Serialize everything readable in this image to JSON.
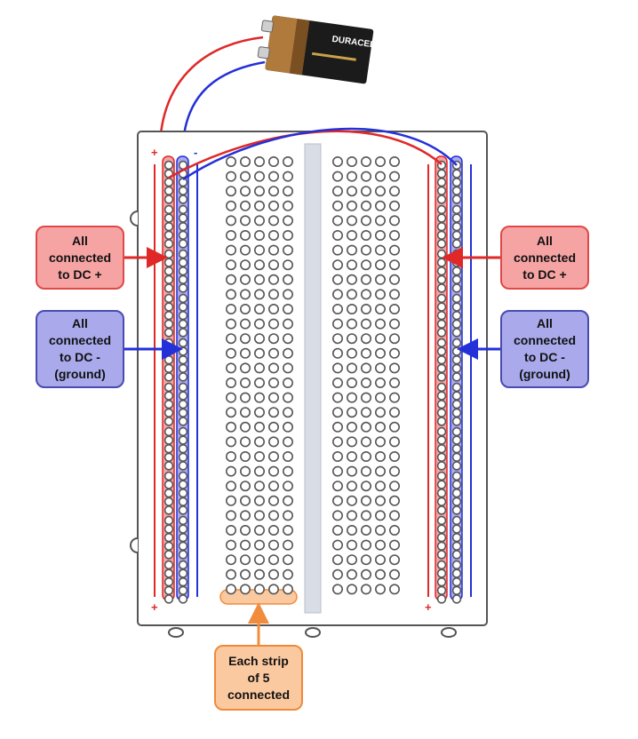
{
  "battery": {
    "brand": "DURACELL"
  },
  "callouts": {
    "left_plus": "All\nconnected\nto DC +",
    "left_minus": "All\nconnected\nto DC -\n(ground)",
    "right_plus": "All\nconnected\nto DC +",
    "right_minus": "All\nconnected\nto DC -\n(ground)",
    "strip": "Each strip\nof 5\nconnected"
  },
  "rails": {
    "plus_symbol": "+",
    "minus_symbol": "-"
  },
  "colors": {
    "positive": "#e02828",
    "negative": "#2430d8",
    "strip": "#f08c3c",
    "board": "#ffffff",
    "board_border": "#555555"
  },
  "icons": [
    "battery-icon",
    "breadboard-icon",
    "arrow-icon"
  ]
}
